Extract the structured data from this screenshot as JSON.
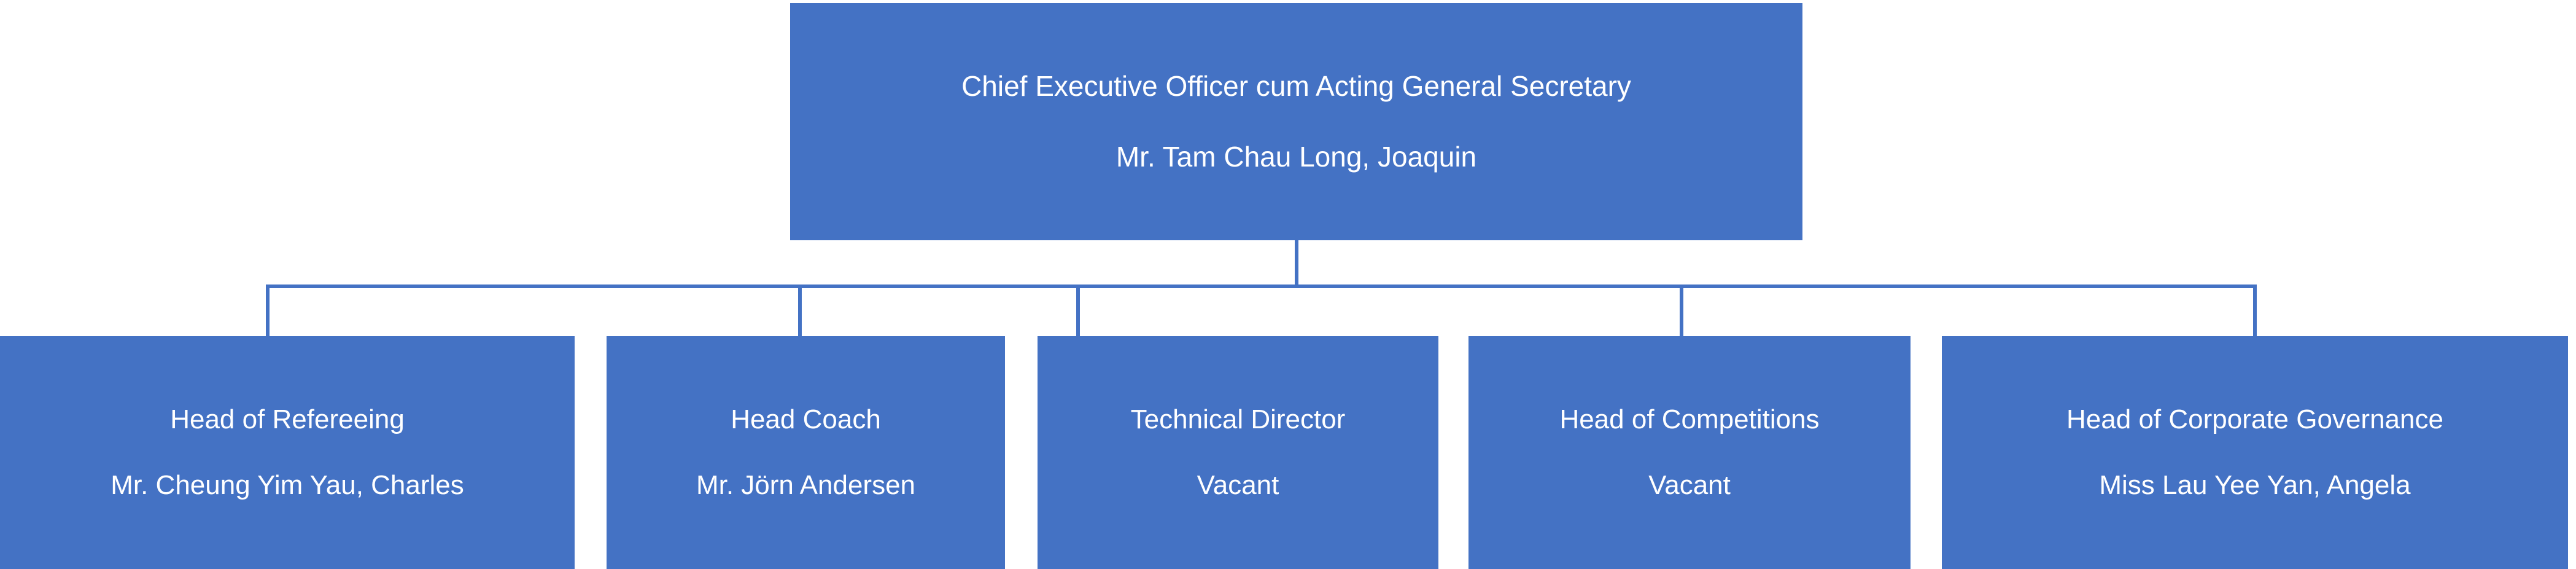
{
  "chart": {
    "type": "org-chart",
    "accent_color": "#4472C4",
    "text_color": "#FFFFFF",
    "background_color": "#FFFFFF"
  },
  "root": {
    "title": "Chief Executive Officer cum Acting General Secretary",
    "name": "Mr. Tam Chau Long, Joaquin"
  },
  "level2": [
    {
      "title": "Head of Refereeing",
      "name": "Mr. Cheung Yim Yau, Charles"
    },
    {
      "title": "Head Coach",
      "name": "Mr. Jörn Andersen"
    },
    {
      "title": "Technical Director",
      "name": "Vacant"
    },
    {
      "title": "Head of Competitions",
      "name": "Vacant"
    },
    {
      "title": "Head of Corporate Governance",
      "name": "Miss Lau Yee Yan, Angela"
    }
  ]
}
